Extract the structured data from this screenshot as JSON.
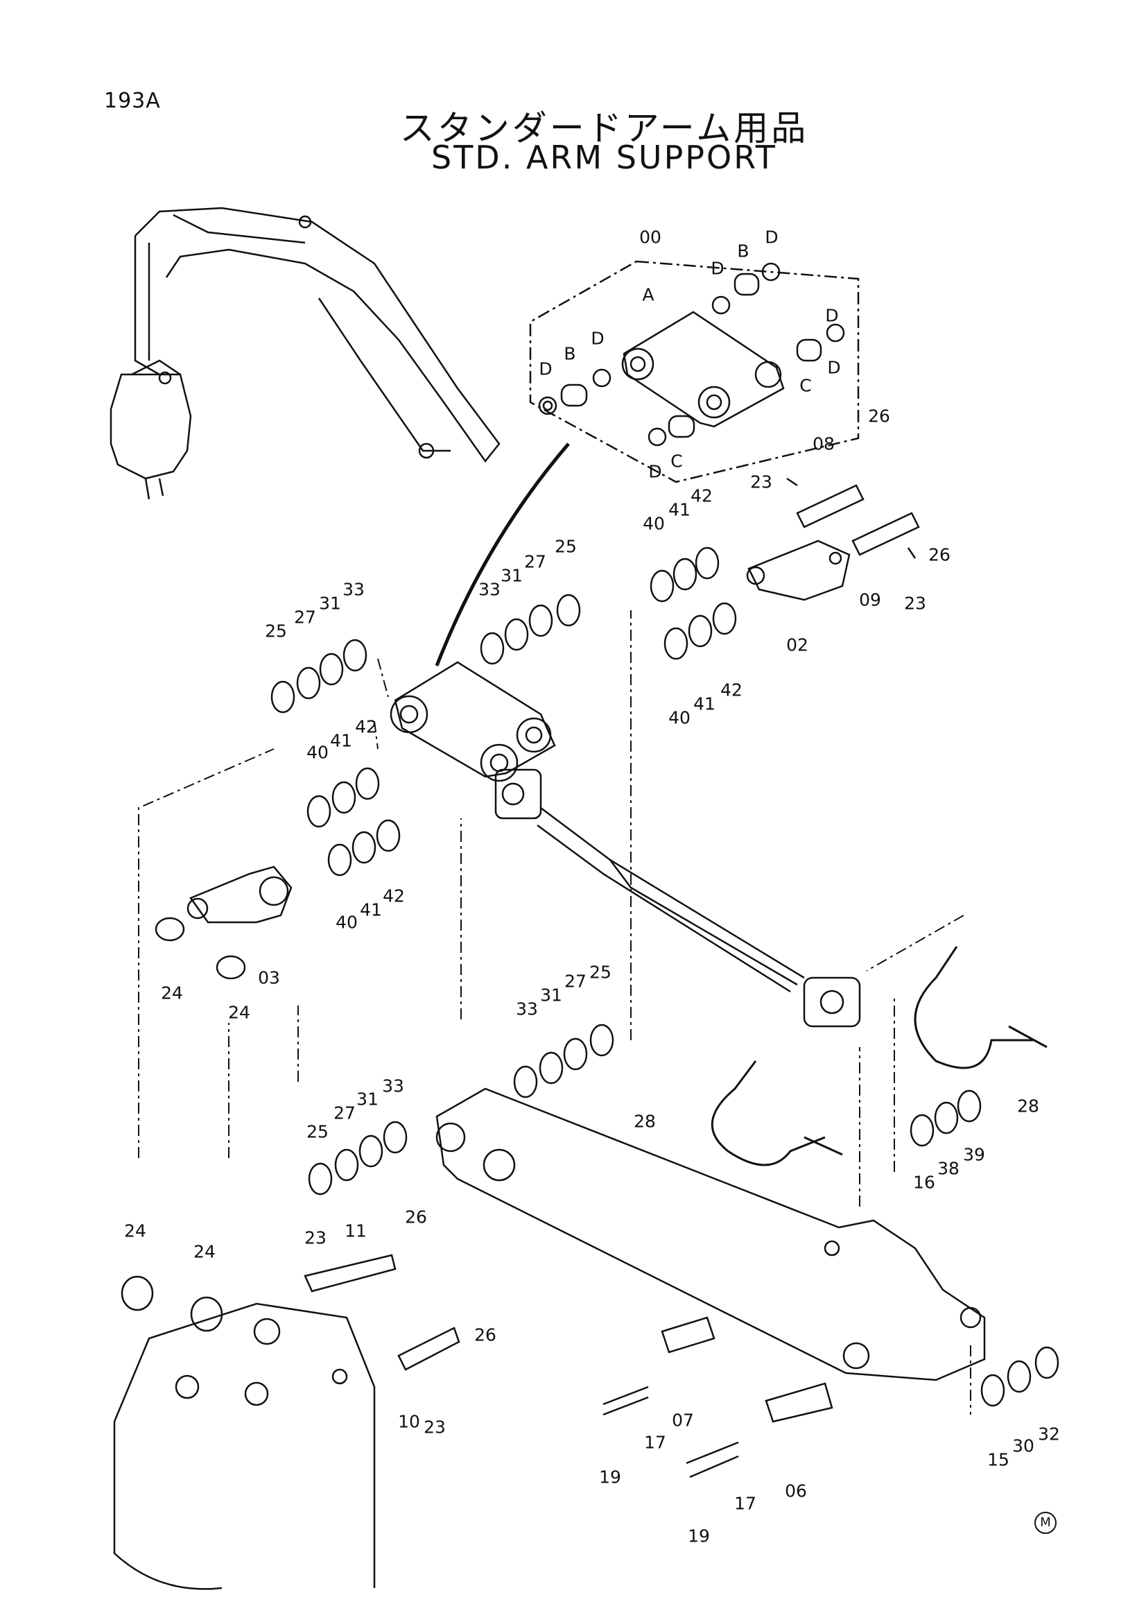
{
  "page": {
    "code": "193A",
    "title_jp": "スタンダードアーム用品",
    "title_en": "STD. ARM SUPPORT",
    "mark": "M"
  },
  "labels": [
    {
      "id": "00",
      "text": "00"
    },
    {
      "id": "A",
      "text": "A"
    },
    {
      "id": "B1",
      "text": "B"
    },
    {
      "id": "B2",
      "text": "B"
    },
    {
      "id": "C1",
      "text": "C"
    },
    {
      "id": "C2",
      "text": "C"
    },
    {
      "id": "D1",
      "text": "D"
    },
    {
      "id": "D2",
      "text": "D"
    },
    {
      "id": "D3",
      "text": "D"
    },
    {
      "id": "D4",
      "text": "D"
    },
    {
      "id": "D5",
      "text": "D"
    },
    {
      "id": "D6",
      "text": "D"
    },
    {
      "id": "D7",
      "text": "D"
    },
    {
      "id": "26a",
      "text": "26"
    },
    {
      "id": "08",
      "text": "08"
    },
    {
      "id": "23a",
      "text": "23"
    },
    {
      "id": "26b",
      "text": "26"
    },
    {
      "id": "09",
      "text": "09"
    },
    {
      "id": "23b",
      "text": "23"
    },
    {
      "id": "02",
      "text": "02"
    },
    {
      "id": "40a",
      "text": "40"
    },
    {
      "id": "41a",
      "text": "41"
    },
    {
      "id": "42a",
      "text": "42"
    },
    {
      "id": "40b",
      "text": "40"
    },
    {
      "id": "41b",
      "text": "41"
    },
    {
      "id": "42b",
      "text": "42"
    },
    {
      "id": "33a",
      "text": "33"
    },
    {
      "id": "31a",
      "text": "31"
    },
    {
      "id": "27a",
      "text": "27"
    },
    {
      "id": "25a",
      "text": "25"
    },
    {
      "id": "25b",
      "text": "25"
    },
    {
      "id": "27b",
      "text": "27"
    },
    {
      "id": "31b",
      "text": "31"
    },
    {
      "id": "33b",
      "text": "33"
    },
    {
      "id": "40c",
      "text": "40"
    },
    {
      "id": "41c",
      "text": "41"
    },
    {
      "id": "42c",
      "text": "42"
    },
    {
      "id": "40d",
      "text": "40"
    },
    {
      "id": "41d",
      "text": "41"
    },
    {
      "id": "42d",
      "text": "42"
    },
    {
      "id": "24a",
      "text": "24"
    },
    {
      "id": "24b",
      "text": "24"
    },
    {
      "id": "03",
      "text": "03"
    },
    {
      "id": "33c",
      "text": "33"
    },
    {
      "id": "31c",
      "text": "31"
    },
    {
      "id": "27c",
      "text": "27"
    },
    {
      "id": "25c",
      "text": "25"
    },
    {
      "id": "25d",
      "text": "25"
    },
    {
      "id": "27d",
      "text": "27"
    },
    {
      "id": "31d",
      "text": "31"
    },
    {
      "id": "33d",
      "text": "33"
    },
    {
      "id": "28a",
      "text": "28"
    },
    {
      "id": "28b",
      "text": "28"
    },
    {
      "id": "16",
      "text": "16"
    },
    {
      "id": "38",
      "text": "38"
    },
    {
      "id": "39",
      "text": "39"
    },
    {
      "id": "24c",
      "text": "24"
    },
    {
      "id": "24d",
      "text": "24"
    },
    {
      "id": "23c",
      "text": "23"
    },
    {
      "id": "11",
      "text": "11"
    },
    {
      "id": "26c",
      "text": "26"
    },
    {
      "id": "26d",
      "text": "26"
    },
    {
      "id": "10",
      "text": "10"
    },
    {
      "id": "23d",
      "text": "23"
    },
    {
      "id": "19a",
      "text": "19"
    },
    {
      "id": "17a",
      "text": "17"
    },
    {
      "id": "07",
      "text": "07"
    },
    {
      "id": "19b",
      "text": "19"
    },
    {
      "id": "17b",
      "text": "17"
    },
    {
      "id": "06",
      "text": "06"
    },
    {
      "id": "15",
      "text": "15"
    },
    {
      "id": "30",
      "text": "30"
    },
    {
      "id": "32",
      "text": "32"
    }
  ]
}
